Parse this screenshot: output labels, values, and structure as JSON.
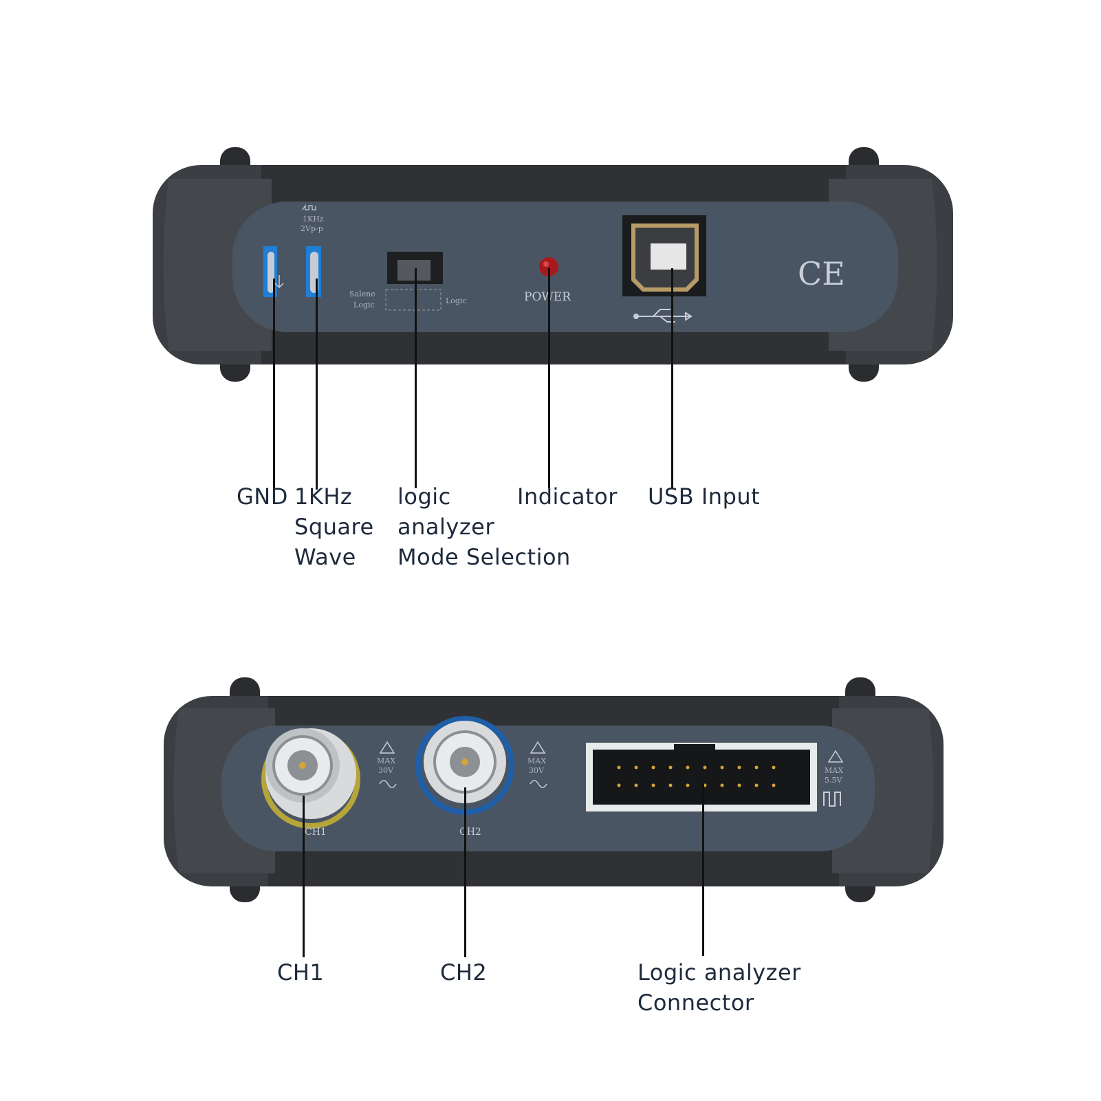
{
  "top_panel": {
    "silk_freq": "1KHz",
    "silk_vpp": "2Vp-p",
    "silk_mode_left_1": "Salene",
    "silk_mode_left_2": "Logic",
    "silk_mode_right": "Logic",
    "silk_power": "POWER",
    "silk_ce": "CE"
  },
  "bottom_panel": {
    "silk_ch1": "CH1",
    "silk_ch2": "CH2",
    "silk_max_1": "MAX",
    "silk_max_v_1": "30V",
    "silk_max_2": "MAX",
    "silk_max_v_2": "30V",
    "silk_max_3": "MAX",
    "silk_max_v_3": "5.5V"
  },
  "callouts_top": {
    "gnd": "GND",
    "square_1": "1KHz",
    "square_2": "Square",
    "square_3": "Wave",
    "logic_1": "logic",
    "logic_2": "analyzer",
    "logic_3": "Mode Selection",
    "indicator": "Indicator",
    "usb": "USB Input"
  },
  "callouts_bottom": {
    "ch1": "CH1",
    "ch2": "CH2",
    "la_1": "Logic analyzer",
    "la_2": "Connector"
  },
  "colors": {
    "housing": "#3b3e42",
    "panel": "#4a5563",
    "gnd_blue": "#1f7fd6",
    "led_red": "#a8191d",
    "text": "#1e2a3c"
  }
}
